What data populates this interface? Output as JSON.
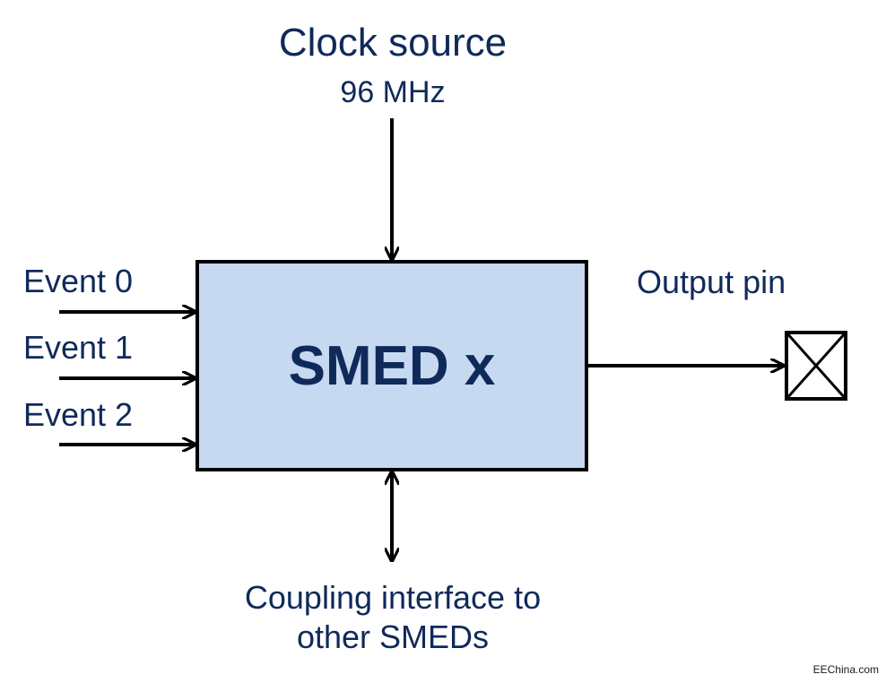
{
  "clock": {
    "title": "Clock source",
    "frequency": "96 MHz"
  },
  "events": [
    "Event 0",
    "Event 1",
    "Event 2"
  ],
  "block": {
    "label": "SMED x",
    "fill_color": "#c6d9f1",
    "border_color": "#000000"
  },
  "output": {
    "label": "Output pin",
    "icon": "crossed-box-pin-icon"
  },
  "coupling": {
    "line1": "Coupling interface to",
    "line2": "other SMEDs"
  },
  "watermark": "EEChina.com",
  "text_color": "#0f2a5a"
}
